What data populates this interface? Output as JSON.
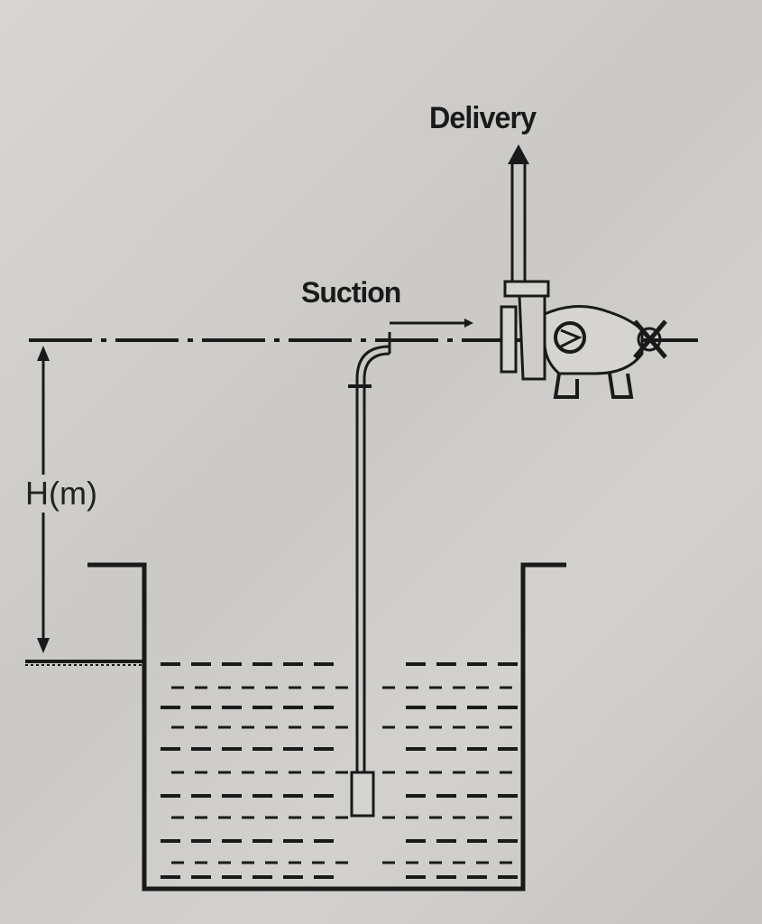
{
  "labels": {
    "delivery": "Delivery",
    "suction": "Suction",
    "head": "H(m)"
  },
  "colors": {
    "ink": "#1a1a1a",
    "paper": "#cfcdca"
  }
}
